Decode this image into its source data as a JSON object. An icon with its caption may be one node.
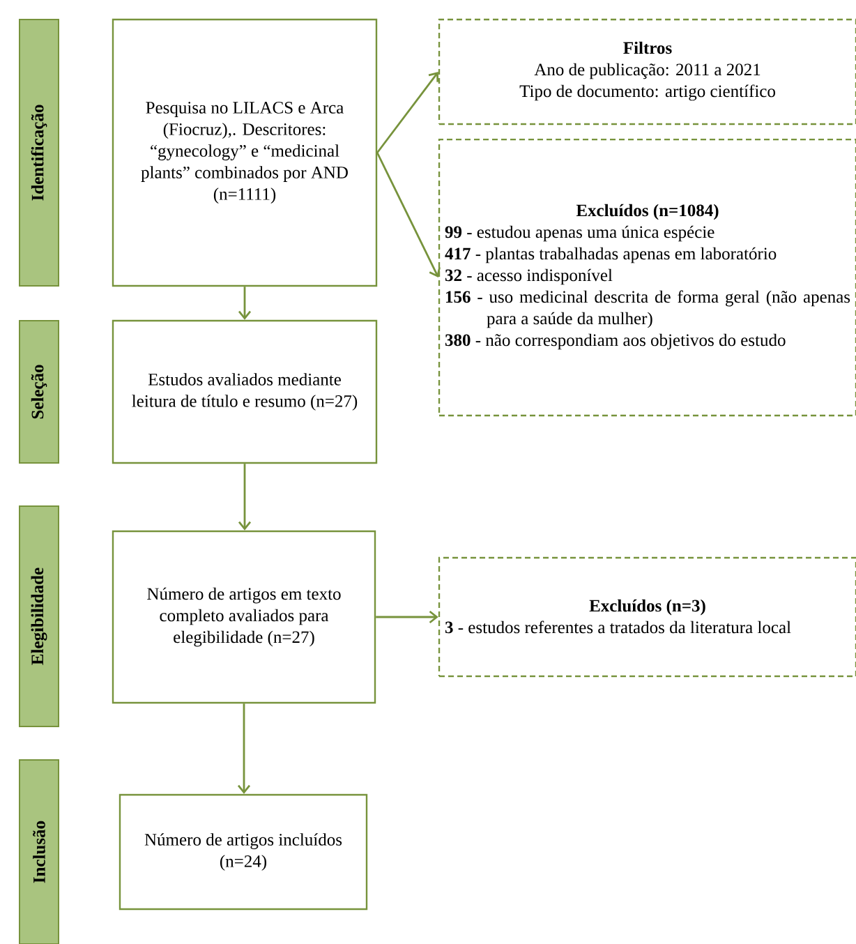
{
  "diagram": {
    "nodes": [
      {
        "text": [
          "Identificação"
        ]
      },
      {
        "text": [
          "Seleção"
        ]
      },
      {
        "text": [
          "Elegibilidade"
        ]
      },
      {
        "text": [
          "Inclusão"
        ]
      },
      {
        "text": [
          "Pesquisa no LILACS e Arca (Fiocruz),. Descritores: “gynecology” e “medicinal plants” combinados por AND (n=1111)"
        ]
      },
      {
        "text": [
          "Estudos avaliados mediante leitura de título e resumo (n=27)"
        ]
      },
      {
        "text": [
          "Número de artigos em texto completo avaliados para elegibilidade (n=27)"
        ]
      },
      {
        "text": [
          "Número de artigos incluídos (n=24)"
        ]
      },
      {
        "text": [
          "Filtros",
          "Ano de publicação: 2011 a 2021",
          "Tipo de documento: artigo científico"
        ]
      },
      {
        "text": [
          "Excluídos (n=1084)",
          "**99** - estudou apenas uma única espécie",
          "**417** - plantas trabalhadas apenas em laboratório",
          "**32** - acesso indisponível",
          "**156** - uso medicinal descrita de forma geral (não apenas para a saúde da mulher)",
          "**380** - não correspondiam aos objetivos do estudo"
        ]
      },
      {
        "text": [
          "Excluídos (n=3)",
          "**3** - estudos referentes a tratados da literatura local"
        ]
      }
    ],
    "edges": [
      {
        "from": 4,
        "to": 8,
        "arrow": "to"
      },
      {
        "from": 4,
        "to": 9,
        "arrow": "to"
      },
      {
        "from": 4,
        "to": 5,
        "arrow": "to"
      },
      {
        "from": 5,
        "to": 6,
        "arrow": "to"
      },
      {
        "from": 6,
        "to": 10,
        "arrow": "to"
      },
      {
        "from": 6,
        "to": 7,
        "arrow": "to"
      }
    ]
  }
}
